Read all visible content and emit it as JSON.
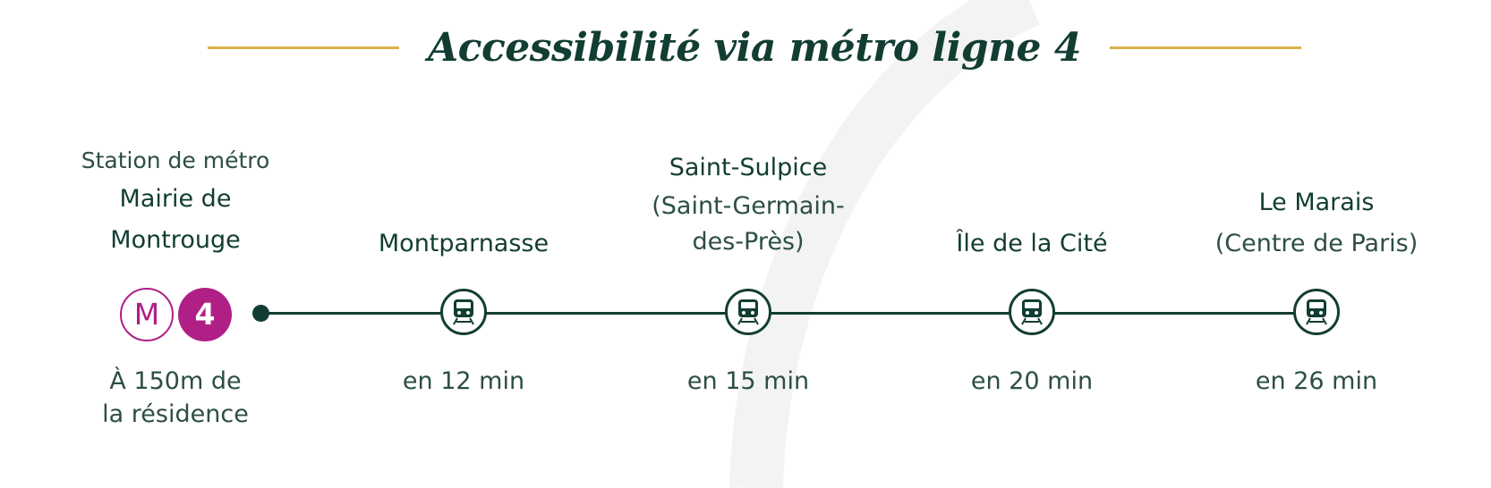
{
  "header": {
    "title": "Accessibilité via métro ligne 4"
  },
  "colors": {
    "primary_green": "#123d33",
    "gold_accent": "#d8b24a",
    "metro_magenta": "#b01f86"
  },
  "origin": {
    "caption": "Station de métro",
    "name_line1": "Mairie de",
    "name_line2": "Montrouge",
    "metro_letter": "M",
    "line_number": "4",
    "distance_line1": "À 150m de",
    "distance_line2": "la résidence"
  },
  "stops": [
    {
      "name_line1": "Montparnasse",
      "time": "en 12 min",
      "icon": "train-icon"
    },
    {
      "name_line1": "Saint-Sulpice",
      "name_line2": "(Saint-Germain-",
      "name_line3": "des-Près)",
      "time": "en 15 min",
      "icon": "train-icon"
    },
    {
      "name_line1": "Île de la Cité",
      "time": "en 20 min",
      "icon": "train-icon"
    },
    {
      "name_line1": "Le Marais",
      "name_line2": "(Centre de Paris)",
      "time": "en 26 min",
      "icon": "train-icon"
    }
  ]
}
